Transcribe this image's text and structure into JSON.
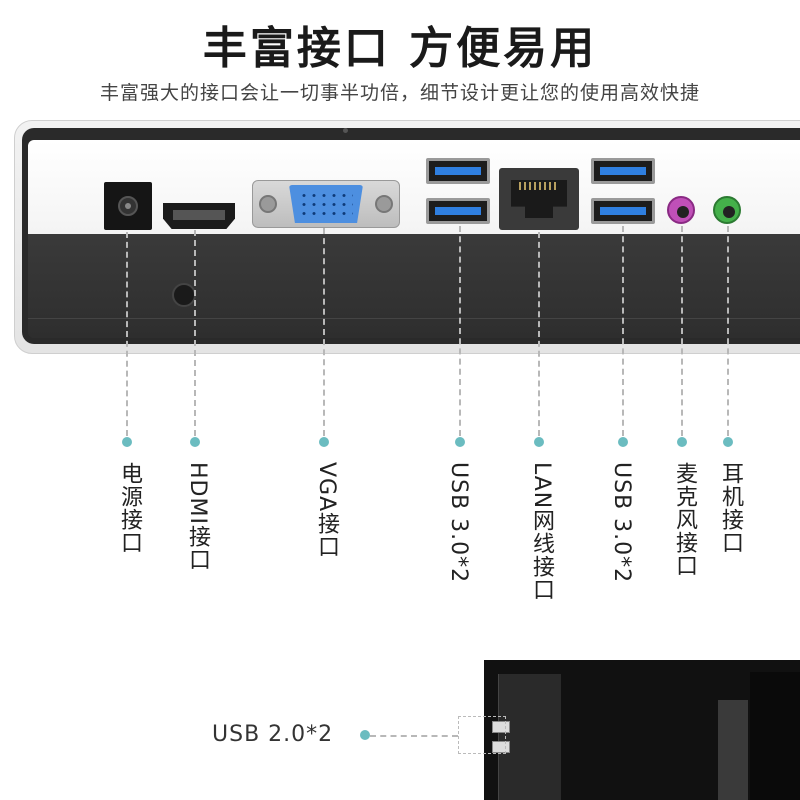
{
  "header": {
    "title": "丰富接口 方便易用",
    "subtitle": "丰富强大的接口会让一切事半功倍，细节设计更让您的使用高效快捷"
  },
  "ports": [
    {
      "label": "电源接口",
      "icon": "power-jack-icon"
    },
    {
      "label": "HDMI接口",
      "icon": "hdmi-port-icon"
    },
    {
      "label": "VGA接口",
      "icon": "vga-port-icon"
    },
    {
      "label": "USB 3.0*2",
      "icon": "usb-port-icon"
    },
    {
      "label": "LAN网线接口",
      "icon": "ethernet-port-icon"
    },
    {
      "label": "USB 3.0*2",
      "icon": "usb-port-icon"
    },
    {
      "label": "麦克风接口",
      "icon": "mic-jack-icon"
    },
    {
      "label": "耳机接口",
      "icon": "headphone-jack-icon"
    }
  ],
  "side_port": {
    "label": "USB 2.0*2",
    "icon": "usb-port-icon"
  },
  "colors": {
    "accent_dot": "#6bbcc0",
    "usb_blue": "#2f7fe0",
    "vga_blue": "#4d8fe0",
    "mic_pink": "#c050b8",
    "headphone_green": "#44b04a"
  }
}
